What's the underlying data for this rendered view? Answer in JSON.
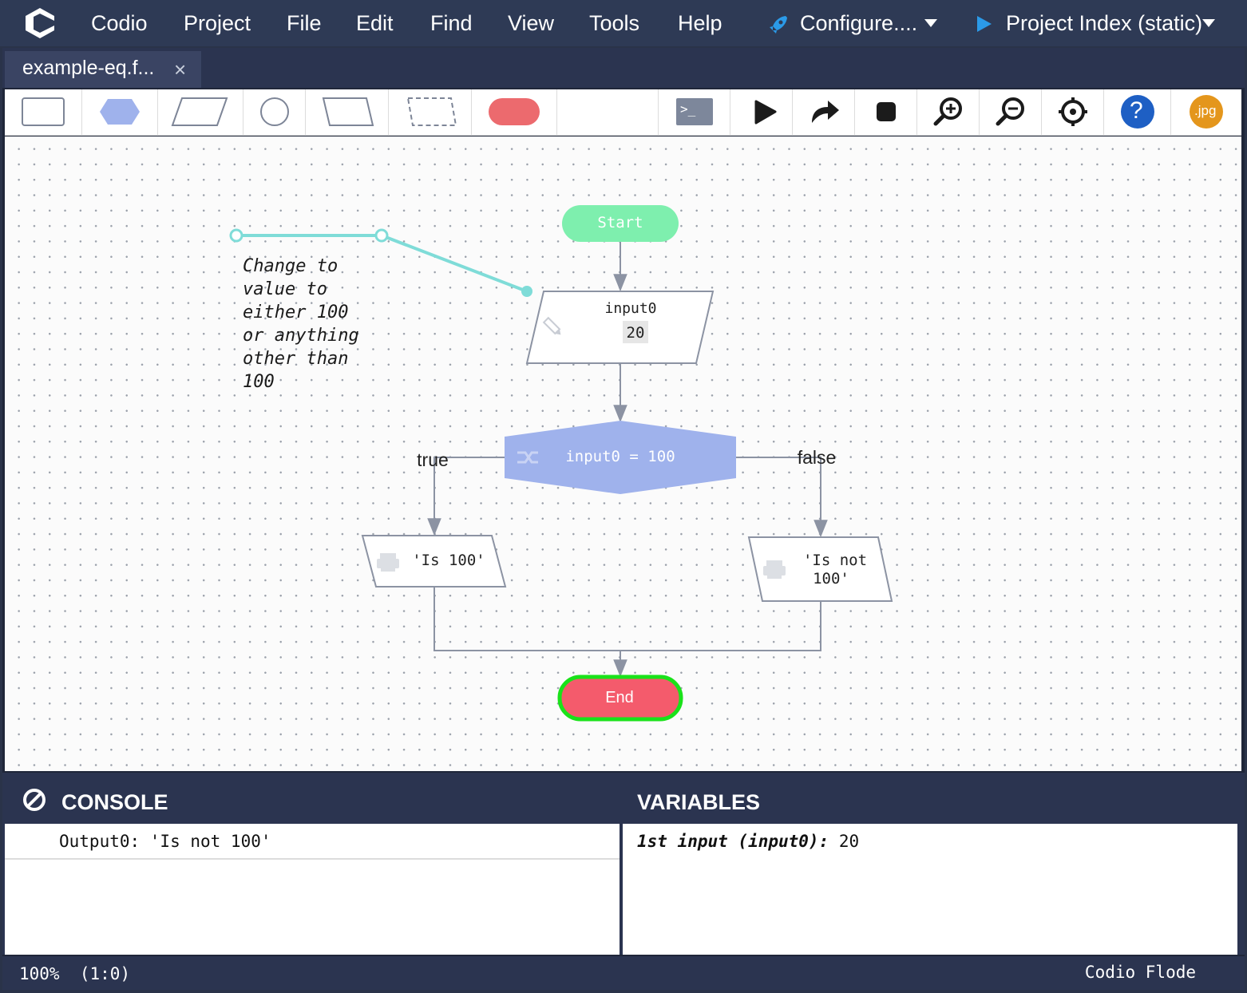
{
  "menubar": {
    "items": [
      "Codio",
      "Project",
      "File",
      "Edit",
      "Find",
      "View",
      "Tools",
      "Help"
    ],
    "configure_label": "Configure....",
    "run_target_label": "Project Index (static)"
  },
  "tab": {
    "label": "example-eq.f...",
    "close": "×"
  },
  "toolbar": {
    "jpg_label": ".jpg",
    "help_label": "?",
    "terminal_label": ">_"
  },
  "flowchart": {
    "start": "Start",
    "input_name": "input0",
    "input_value": "20",
    "decision": "input0 = 100",
    "true_label": "true",
    "false_label": "false",
    "output_true": "'Is 100'",
    "output_false_line1": "'Is not",
    "output_false_line2": "100'",
    "end": "End",
    "comment": "Change to\nvalue to\neither 100\nor anything\nother than\n100"
  },
  "console": {
    "title": "CONSOLE",
    "lines": [
      "Output0: 'Is not 100'"
    ]
  },
  "variables": {
    "title": "VARIABLES",
    "label": "1st input (input0):",
    "value": "20"
  },
  "statusbar": {
    "zoom": "100%",
    "position": "(1:0)",
    "app_name": "Codio Flode"
  },
  "colors": {
    "start": "#7eefae",
    "end": "#f45b6c",
    "end_border": "#1ae21a",
    "decision": "#9fb2ec",
    "connector": "#8c93a3",
    "comment_line": "#7fdcd8",
    "help": "#1e5fc4",
    "jpg": "#e4961c"
  }
}
